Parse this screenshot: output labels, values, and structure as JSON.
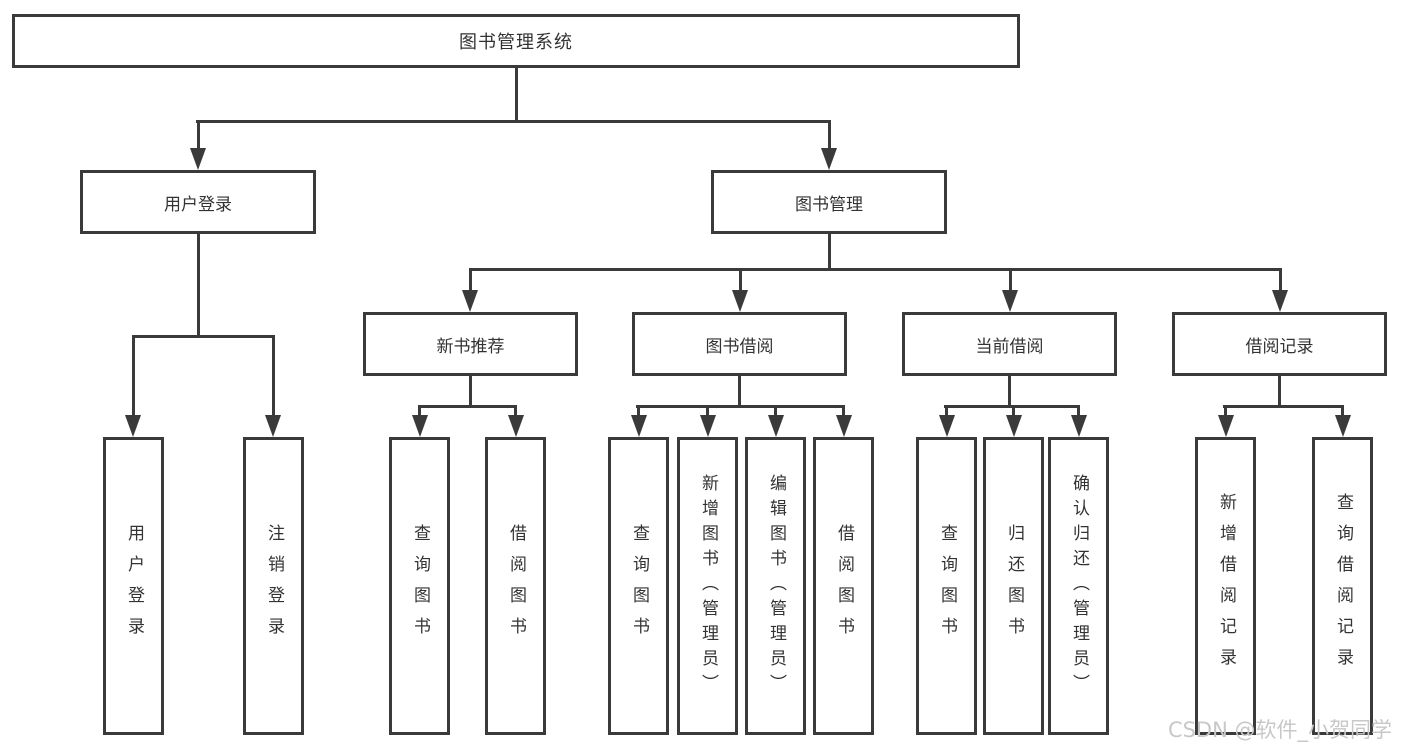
{
  "diagram": {
    "root": {
      "label": "图书管理系统"
    },
    "level2": [
      {
        "label": "用户登录"
      },
      {
        "label": "图书管理"
      }
    ],
    "level3": [
      {
        "label": "新书推荐"
      },
      {
        "label": "图书借阅"
      },
      {
        "label": "当前借阅"
      },
      {
        "label": "借阅记录"
      }
    ],
    "leaves": {
      "user_login": [
        "用户登录",
        "注销登录"
      ],
      "new_books": [
        "查询图书",
        "借阅图书"
      ],
      "book_borrow": [
        "查询图书",
        "新增图书（管理员）",
        "编辑图书（管理员）",
        "借阅图书"
      ],
      "current_borrow": [
        "查询图书",
        "归还图书",
        "确认归还（管理员）"
      ],
      "borrow_records": [
        "新增借阅记录",
        "查询借阅记录"
      ]
    },
    "watermark": "CSDN @软件_小贺同学",
    "colors": {
      "line": "#3a3a3a",
      "text": "#333333",
      "background": "#ffffff",
      "watermark": "#c8c8c8"
    }
  }
}
